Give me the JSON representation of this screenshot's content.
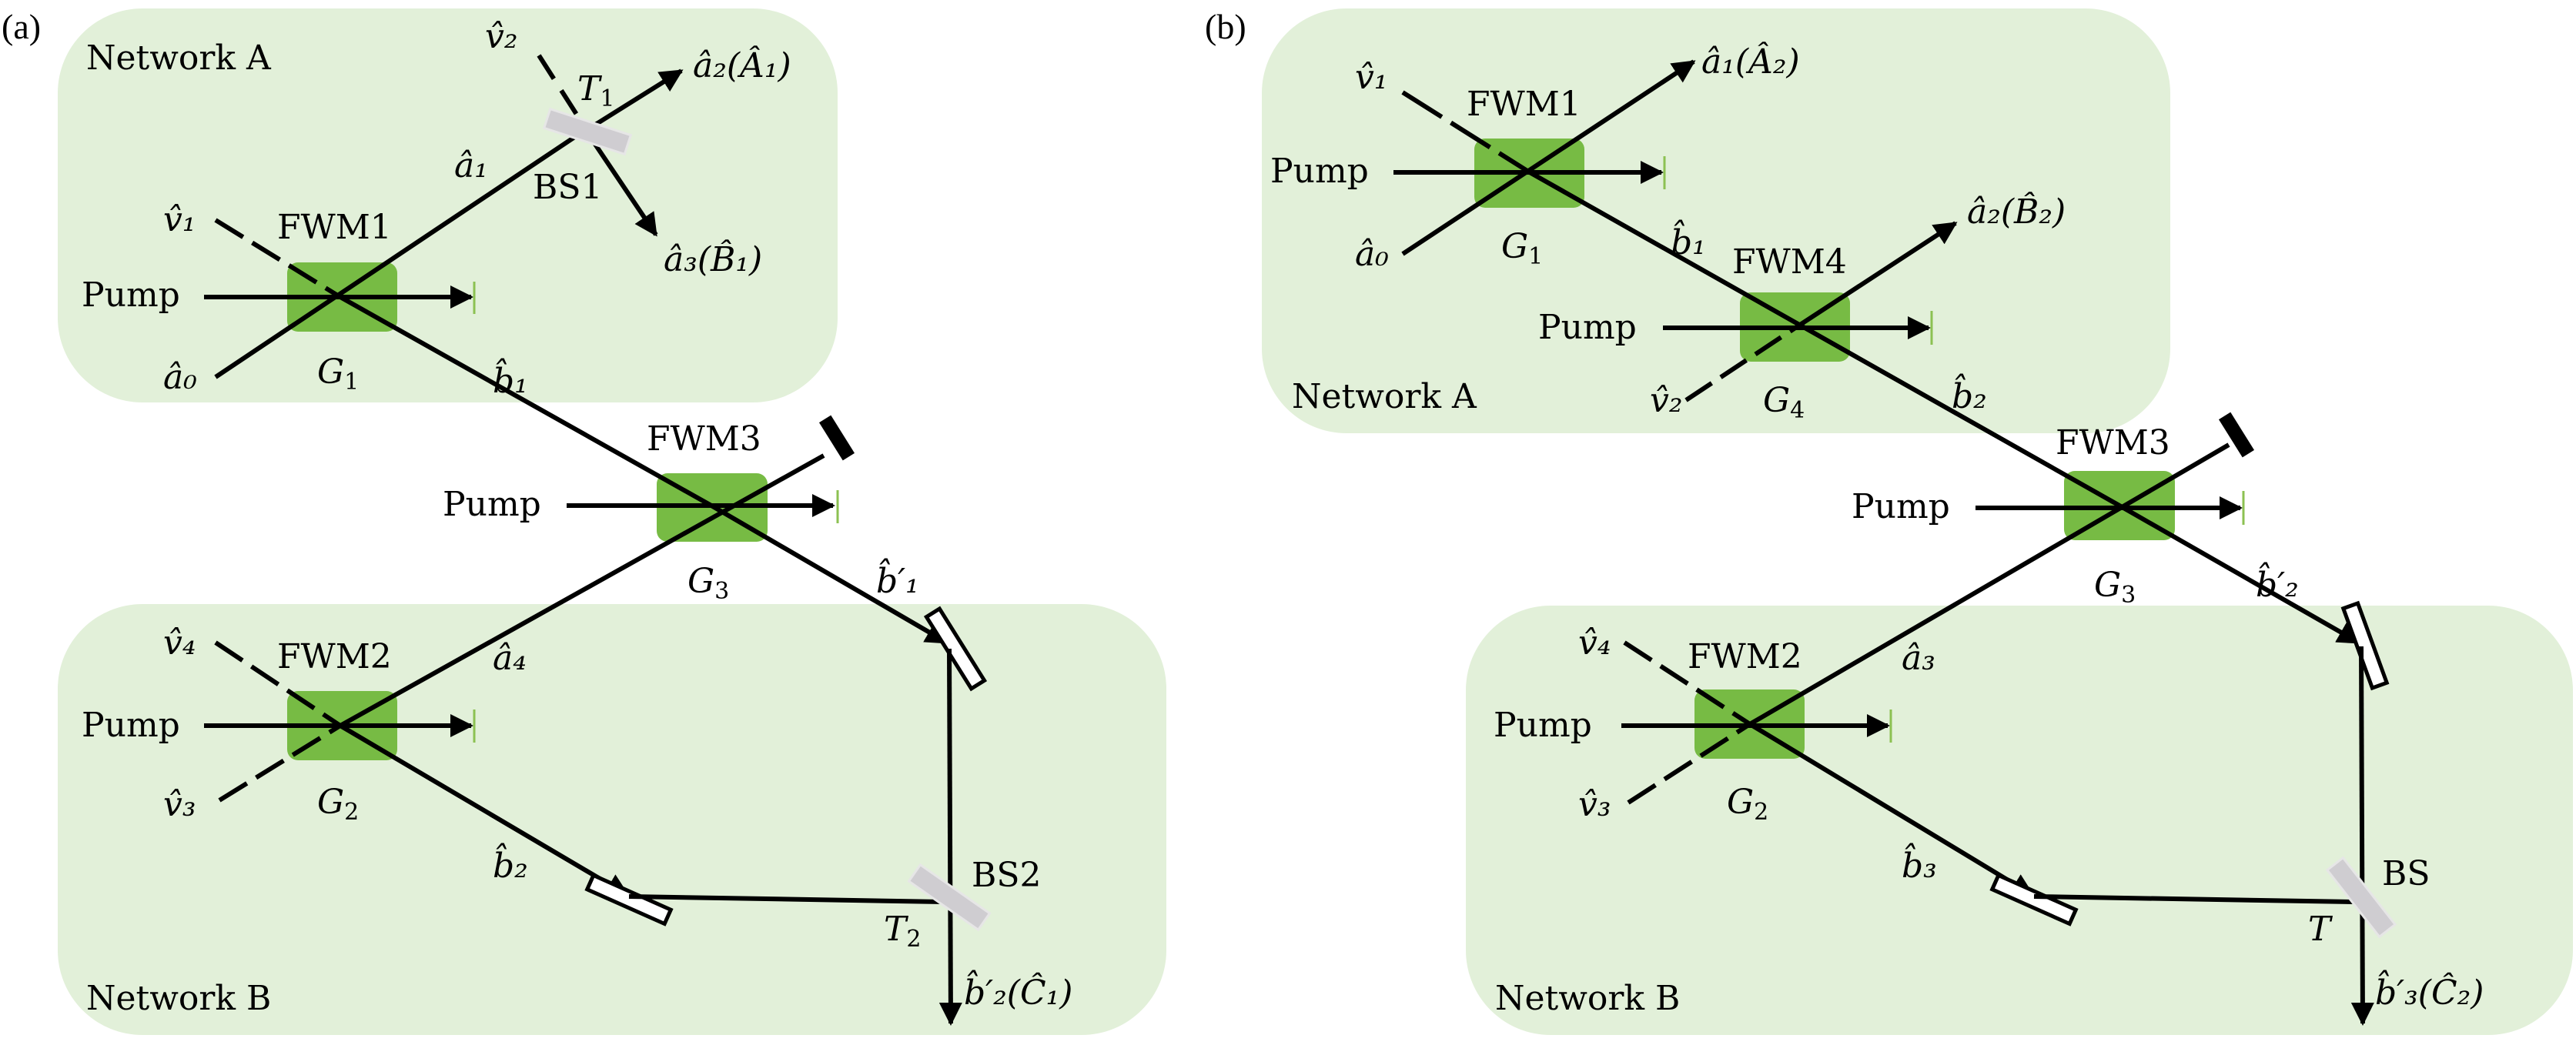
{
  "colors": {
    "network_bg": "#e2f0d9",
    "fwm_crystal": "#77bb44",
    "pump_dump": "#8cc152",
    "beam_splitter": "#cfcdd1",
    "beam": "#000000"
  },
  "panel_a": {
    "tag": "(a)",
    "network_a_label": "Network A",
    "network_b_label": "Network B",
    "fwm1": {
      "name": "FWM1",
      "gain": "G",
      "gain_sub": "1",
      "pump": "Pump"
    },
    "fwm2": {
      "name": "FWM2",
      "gain": "G",
      "gain_sub": "2",
      "pump": "Pump"
    },
    "fwm3": {
      "name": "FWM3",
      "gain": "G",
      "gain_sub": "3",
      "pump": "Pump"
    },
    "bs1": {
      "name": "BS1",
      "transmission": "T",
      "transmission_sub": "1"
    },
    "bs2": {
      "name": "BS2",
      "transmission": "T",
      "transmission_sub": "2"
    },
    "modes": {
      "v1": "v̂₁",
      "v2": "v̂₂",
      "v3": "v̂₃",
      "v4": "v̂₄",
      "a0": "â₀",
      "a1": "â₁",
      "a4": "â₄",
      "b1": "b̂₁",
      "b2": "b̂₂",
      "b1p": "b̂′₁",
      "out_a2": "â₂(Â₁)",
      "out_a3": "â₃(B̂₁)",
      "out_b2p": "b̂′₂(Ĉ₁)"
    }
  },
  "panel_b": {
    "tag": "(b)",
    "network_a_label": "Network A",
    "network_b_label": "Network B",
    "fwm1": {
      "name": "FWM1",
      "gain": "G",
      "gain_sub": "1",
      "pump": "Pump"
    },
    "fwm4": {
      "name": "FWM4",
      "gain": "G",
      "gain_sub": "4",
      "pump": "Pump"
    },
    "fwm3": {
      "name": "FWM3",
      "gain": "G",
      "gain_sub": "3",
      "pump": "Pump"
    },
    "fwm2": {
      "name": "FWM2",
      "gain": "G",
      "gain_sub": "2",
      "pump": "Pump"
    },
    "bs": {
      "name": "BS",
      "transmission": "T"
    },
    "modes": {
      "v1": "v̂₁",
      "v2": "v̂₂",
      "v3": "v̂₃",
      "v4": "v̂₄",
      "a0": "â₀",
      "a3": "â₃",
      "b1": "b̂₁",
      "b2": "b̂₂",
      "b3": "b̂₃",
      "b2p": "b̂′₂",
      "out_a1": "â₁(Â₂)",
      "out_a2": "â₂(B̂₂)",
      "out_b3p": "b̂′₃(Ĉ₂)"
    }
  }
}
